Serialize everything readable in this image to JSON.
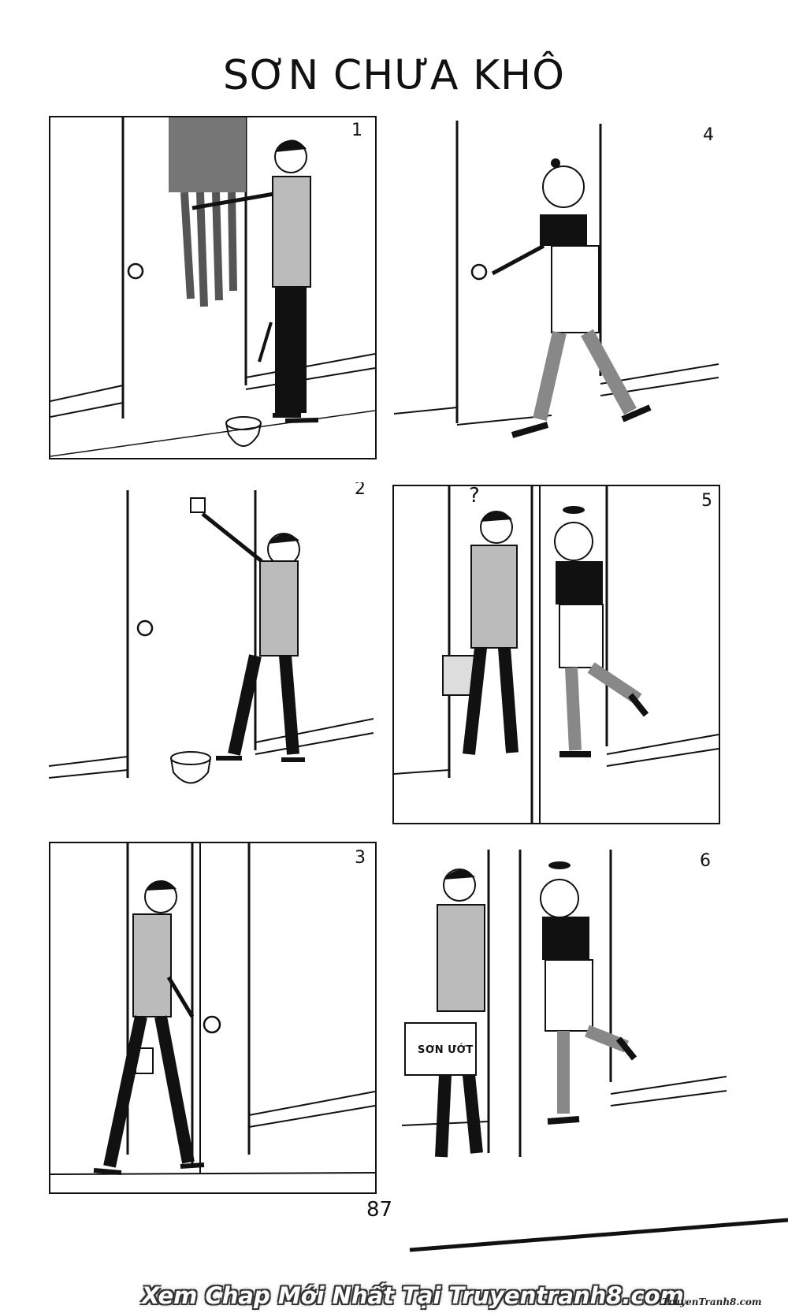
{
  "page": {
    "title": "SƠN CHƯA KHÔ",
    "page_number": "87"
  },
  "panels": [
    {
      "number": "1"
    },
    {
      "number": "2"
    },
    {
      "number": "3"
    },
    {
      "number": "4"
    },
    {
      "number": "5"
    },
    {
      "number": "6",
      "sign_text": "SƠN ƯỚT"
    }
  ],
  "footer": {
    "banner_text": "Xem Chap Mới Nhất Tại Truyentranh8.com",
    "watermark": "TruyenTranh8.com"
  }
}
